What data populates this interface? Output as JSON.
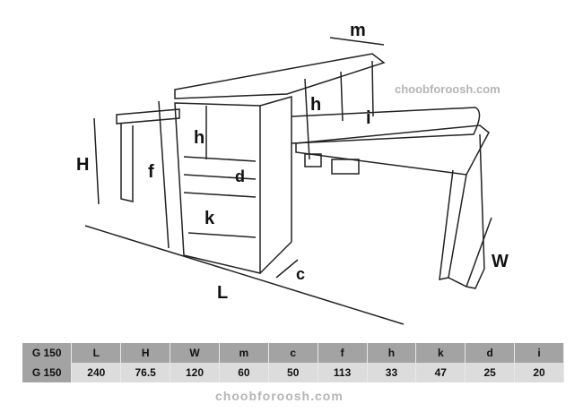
{
  "diagram_labels": {
    "m": "m",
    "h_top": "h",
    "i": "i",
    "H": "H",
    "f": "f",
    "h_cabinet": "h",
    "d": "d",
    "k": "k",
    "c": "c",
    "L": "L",
    "W": "W"
  },
  "watermark": "choobforoosh.com",
  "table": {
    "header": [
      "G 150",
      "L",
      "H",
      "W",
      "m",
      "c",
      "f",
      "h",
      "k",
      "d",
      "i"
    ],
    "row": [
      "G 150",
      "240",
      "76.5",
      "120",
      "60",
      "50",
      "113",
      "33",
      "47",
      "25",
      "20"
    ]
  }
}
